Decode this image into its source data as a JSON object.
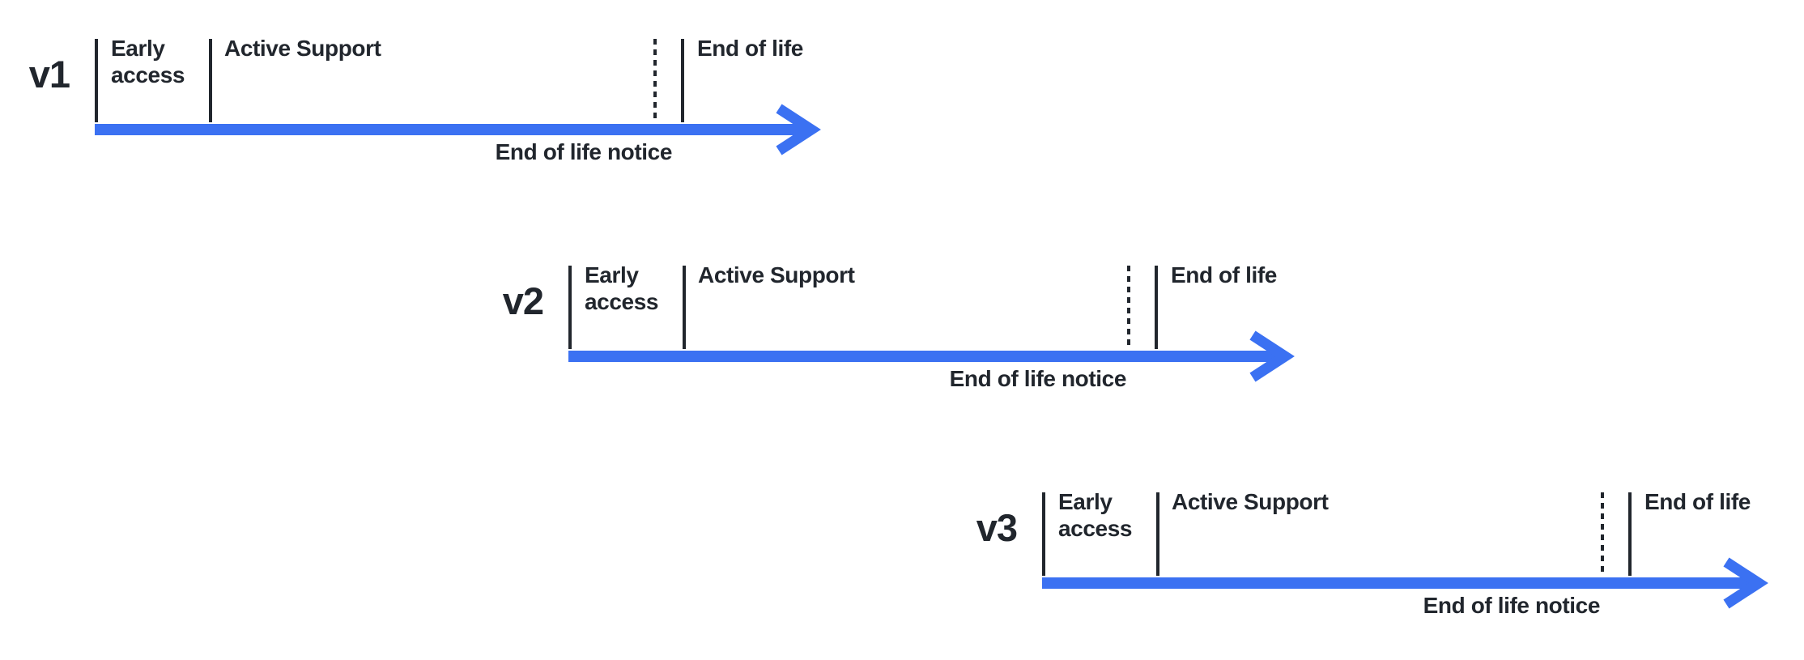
{
  "colors": {
    "accent_blue": "#3b71f2",
    "ink": "#21262d",
    "background": "#ffffff"
  },
  "timelines": [
    {
      "version_label": "v1",
      "phases": {
        "early_access": "Early access",
        "active_support": "Active Support",
        "end_of_life": "End of life"
      },
      "notice_label": "End of life notice"
    },
    {
      "version_label": "v2",
      "phases": {
        "early_access": "Early access",
        "active_support": "Active Support",
        "end_of_life": "End of life"
      },
      "notice_label": "End of life notice"
    },
    {
      "version_label": "v3",
      "phases": {
        "early_access": "Early access",
        "active_support": "Active Support",
        "end_of_life": "End of life"
      },
      "notice_label": "End of life notice"
    }
  ]
}
